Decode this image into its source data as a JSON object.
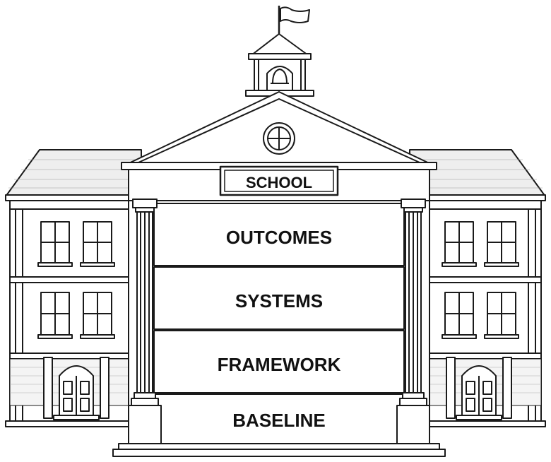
{
  "sign": {
    "label": "SCHOOL"
  },
  "layers": [
    {
      "label": "OUTCOMES"
    },
    {
      "label": "SYSTEMS"
    },
    {
      "label": "FRAMEWORK"
    },
    {
      "label": "BASELINE"
    }
  ],
  "colors": {
    "line": "#1a1a1a",
    "background": "#ffffff",
    "roof_fill": "#eeeeee",
    "brick": "#f4f4f4"
  }
}
